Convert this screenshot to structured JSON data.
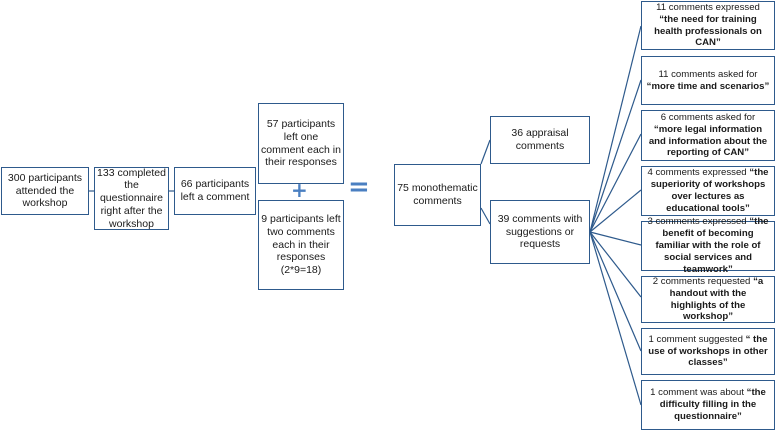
{
  "stages": {
    "attended": "300 participants attended the workshop",
    "completed": "133 completed the questionnaire right after the workshop",
    "commented": "66 participants left a comment",
    "one_comment": "57 participants left one comment each in their responses",
    "two_comments": "9 participants left two comments each in their responses (2*9=18)",
    "plus_sign": "+",
    "equals_sign": "=",
    "monothematic": "75 monothematic comments",
    "appraisal": "36 appraisal comments",
    "suggestions": "39 comments with suggestions or requests"
  },
  "requests": [
    {
      "lead": "11 comments expressed ",
      "quote": "“the need for training health professionals on CAN”"
    },
    {
      "lead": "11 comments asked for ",
      "quote": "“more time and scenarios”"
    },
    {
      "lead": "6 comments asked for ",
      "quote": "“more legal information and information about the reporting of CAN”"
    },
    {
      "lead": "4 comments expressed ",
      "quote": "“the superiority of workshops over lectures as educational tools”"
    },
    {
      "lead": "3 comments expressed ",
      "quote": "“the benefit  of becoming familiar with the role of social services and teamwork”"
    },
    {
      "lead": "2 comments requested  ",
      "quote": "“a handout with the highlights of the workshop”"
    },
    {
      "lead": "1 comment suggested ",
      "quote": "“ the use of workshops in other classes”"
    },
    {
      "lead": "1 comment was about ",
      "quote": "“the difficulty filling in the questionnaire”"
    }
  ]
}
